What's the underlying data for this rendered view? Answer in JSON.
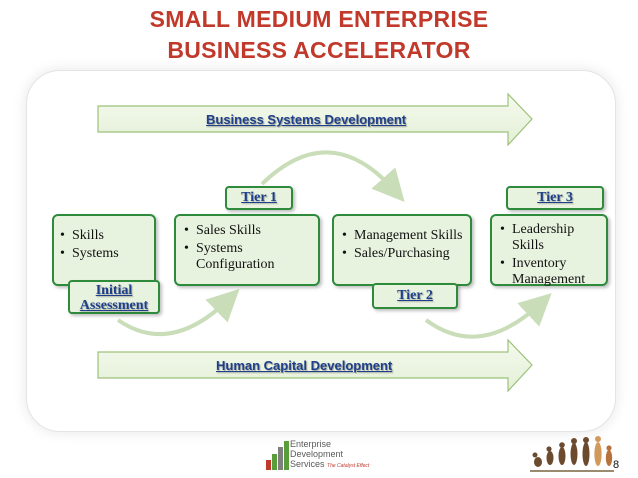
{
  "title": {
    "line1": "SMALL MEDIUM ENTERPRISE",
    "line2": "BUSINESS ACCELERATOR"
  },
  "bands": {
    "top": "Business Systems Development",
    "bottom": "Human Capital Development"
  },
  "boxes": [
    {
      "items": [
        "Skills",
        "Systems"
      ]
    },
    {
      "items": [
        "Sales Skills",
        "Systems Configuration"
      ]
    },
    {
      "items": [
        "Management Skills",
        "Sales/Purchasing"
      ]
    },
    {
      "items": [
        "Leadership Skills",
        "Inventory Management"
      ]
    }
  ],
  "tiers": {
    "initial": "Initial Assessment",
    "tier1": "Tier 1",
    "tier2": "Tier 2",
    "tier3": "Tier 3"
  },
  "logo": {
    "line1": "Enterprise",
    "line2": "Development",
    "line3": "Services",
    "tagline": "The Catalyst Effect"
  },
  "page_number": "8",
  "colors": {
    "title": "#c0392b",
    "box_border": "#2e8b3c",
    "box_fill": "#e8f3df",
    "label_text": "#1f3f8c",
    "band_fill": "#eef6e4"
  }
}
